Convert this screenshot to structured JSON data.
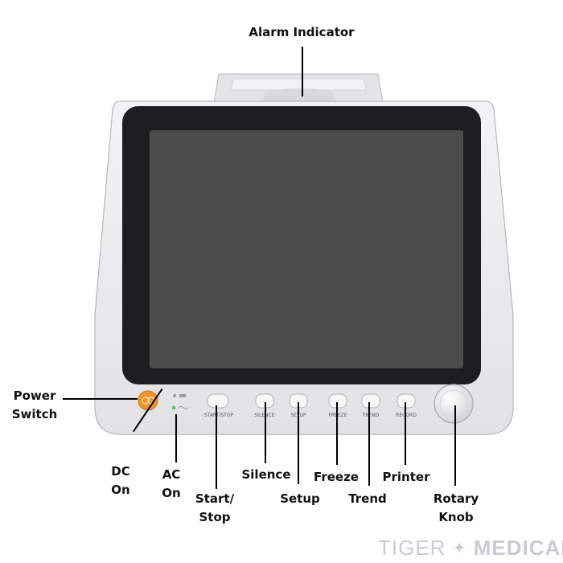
{
  "callouts": {
    "alarm_indicator": "Alarm Indicator",
    "power_switch": [
      "Power",
      "Switch"
    ],
    "dc_on": [
      "DC",
      "On"
    ],
    "ac_on": [
      "AC",
      "On"
    ],
    "start_stop": [
      "Start/",
      "Stop"
    ],
    "silence": "Silence",
    "setup": "Setup",
    "freeze": "Freeze",
    "trend": "Trend",
    "printer": "Printer",
    "rotary_knob": [
      "Rotary",
      "Knob"
    ]
  },
  "device_buttons": [
    "START/STOP",
    "SILENCE",
    "SETUP",
    "FREEZE",
    "TREND",
    "RECORD"
  ],
  "watermark": {
    "part1": "TIGER",
    "part2": "MEDICAL"
  },
  "colors": {
    "bezel": "#ececee",
    "screen_frame": "#1e1e20",
    "screen": "#4b4d4d",
    "power_button": "#f0952a",
    "power_led": "#3bd65c"
  }
}
